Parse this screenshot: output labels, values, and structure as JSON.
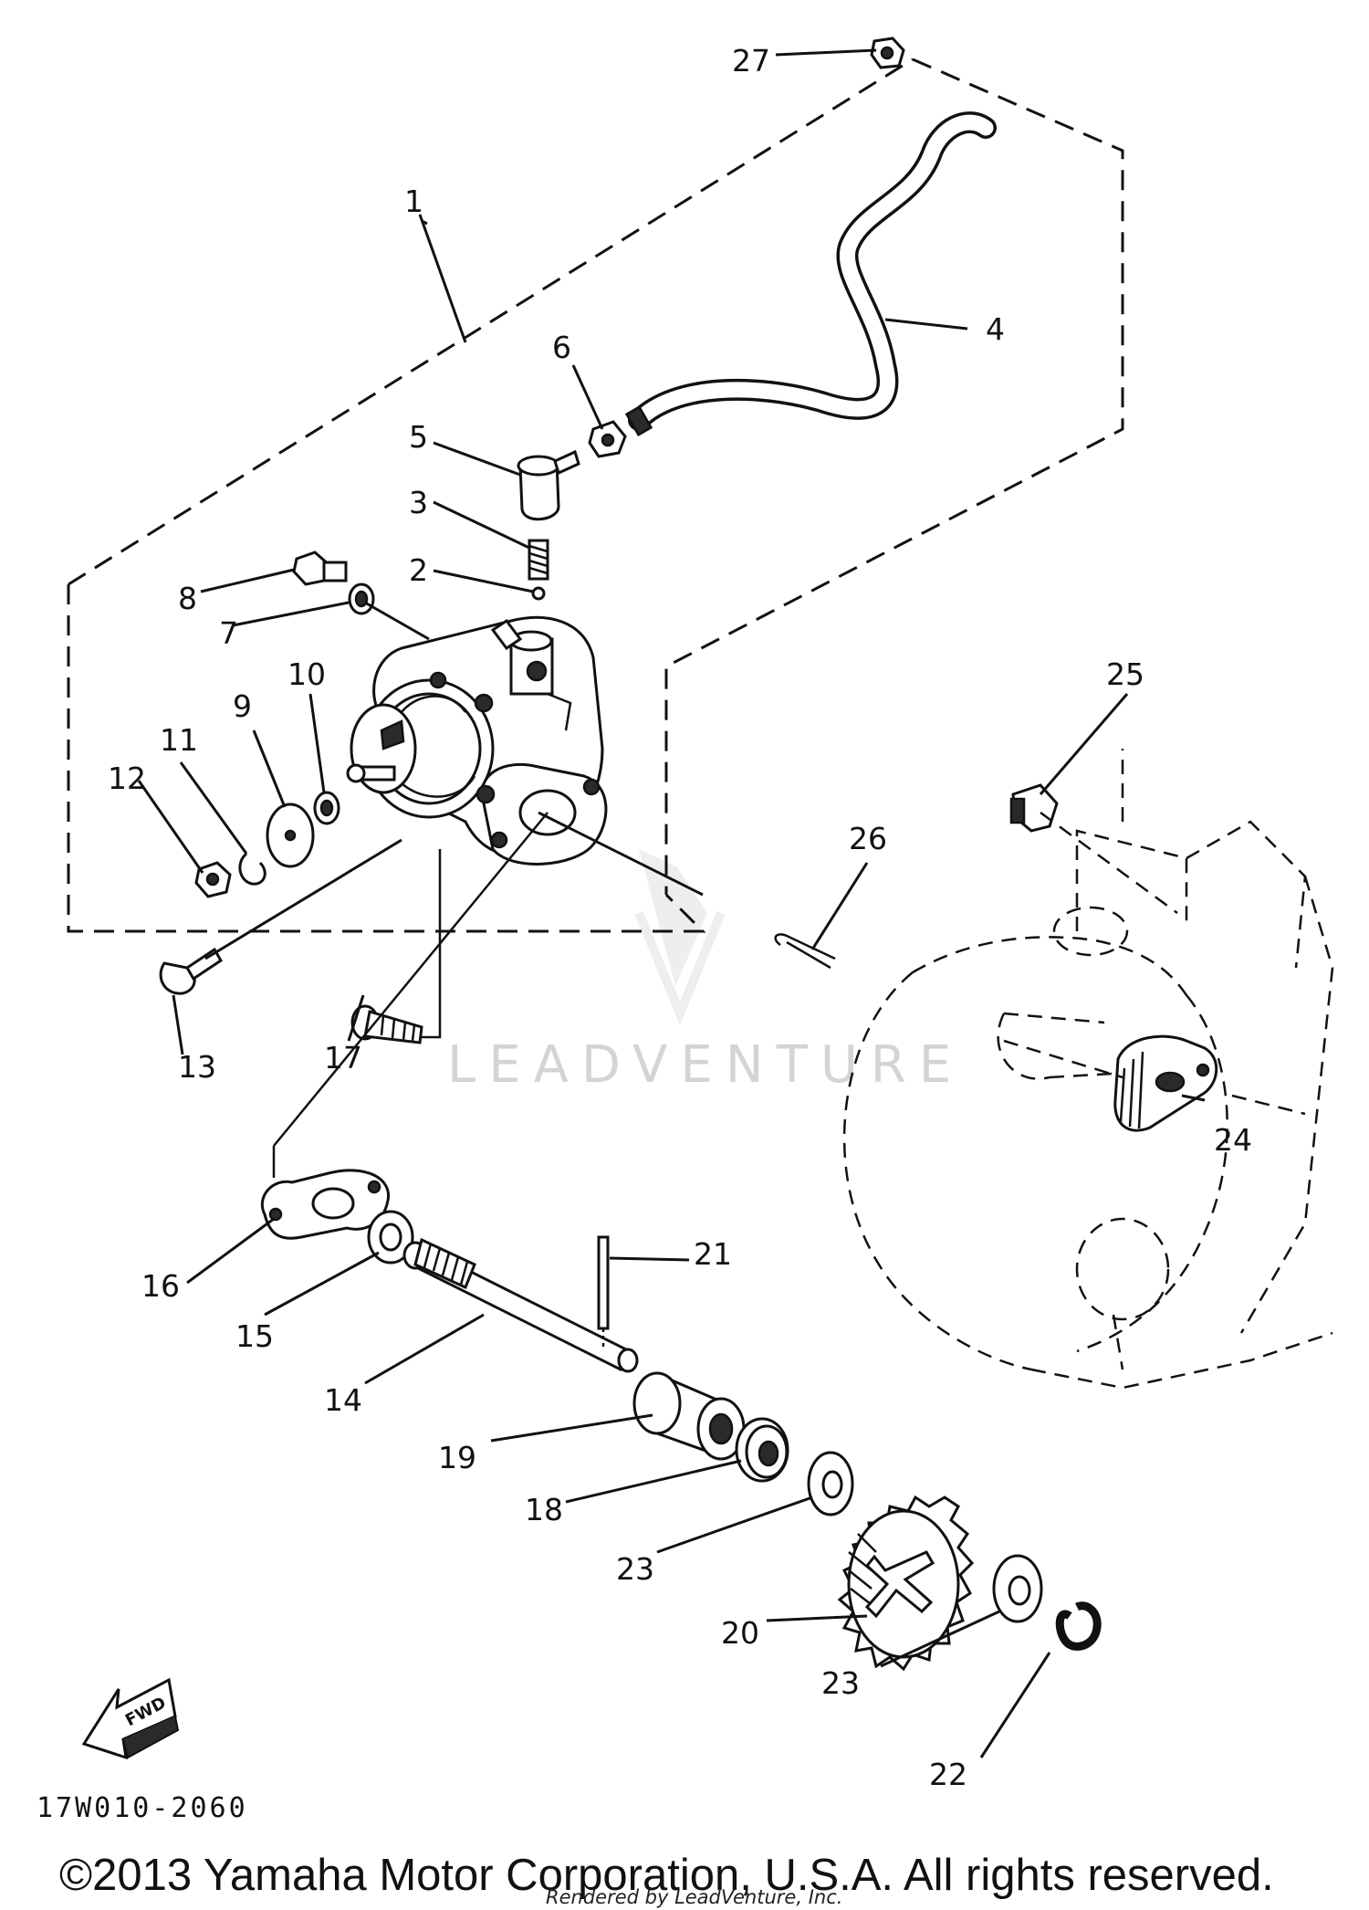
{
  "diagram": {
    "part_labels": [
      "1",
      "2",
      "3",
      "4",
      "5",
      "6",
      "7",
      "8",
      "9",
      "10",
      "11",
      "12",
      "13",
      "14",
      "15",
      "16",
      "17",
      "18",
      "19",
      "20",
      "21",
      "22",
      "23",
      "23",
      "24",
      "25",
      "26",
      "27"
    ],
    "diagram_code": "17W010-2060",
    "fwd_label": "FWD",
    "watermark": "LEADVENTURE",
    "copyright": "©2013 Yamaha Motor Corporation, U.S.A. All rights reserved.",
    "rendered_by": "Rendered by LeadVenture, Inc."
  }
}
